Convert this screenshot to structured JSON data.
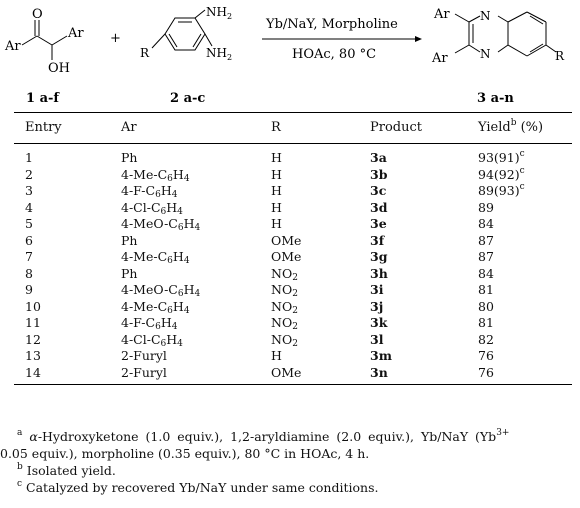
{
  "scheme": {
    "sm1_ar_left": "Ar",
    "sm1_ar_right": "Ar",
    "sm1_o": "O",
    "sm1_oh": "OH",
    "plus": "+",
    "sm2_nh2_top": "NH",
    "sm2_nh2_bottom": "NH",
    "sm2_sub": "2",
    "sm2_r": "R",
    "reagents": "Yb/NaY, Morpholine",
    "conditions": "HOAc, 80 °C",
    "prod_ar1": "Ar",
    "prod_ar2": "Ar",
    "prod_n1": "N",
    "prod_n2": "N",
    "prod_r": "R",
    "label1": "1 a-f",
    "label2": "2 a-c",
    "label3": "3 a-n"
  },
  "table": {
    "headers": {
      "entry": "Entry",
      "ar": "Ar",
      "r": "R",
      "product": "Product",
      "yield": "Yield",
      "yield_sup": "b",
      "yield_unit": " (%)"
    },
    "rows": [
      {
        "entry": "1",
        "ar": "Ph",
        "ar_sub": "",
        "ar_tail": "",
        "r": "H",
        "r_sub": "",
        "product": "3a",
        "yield": "93(91)",
        "yield_sup": "c"
      },
      {
        "entry": "2",
        "ar": "4-Me-C",
        "ar_sub": "6",
        "ar_mid": "H",
        "ar_sub2": "4",
        "r": "H",
        "r_sub": "",
        "product": "3b",
        "yield": "94(92)",
        "yield_sup": "c"
      },
      {
        "entry": "3",
        "ar": "4-F-C",
        "ar_sub": "6",
        "ar_mid": "H",
        "ar_sub2": "4",
        "r": "H",
        "r_sub": "",
        "product": "3c",
        "yield": "89(93)",
        "yield_sup": "c"
      },
      {
        "entry": "4",
        "ar": "4-Cl-C",
        "ar_sub": "6",
        "ar_mid": "H",
        "ar_sub2": "4",
        "r": "H",
        "r_sub": "",
        "product": "3d",
        "yield": "89",
        "yield_sup": ""
      },
      {
        "entry": "5",
        "ar": "4-MeO-C",
        "ar_sub": "6",
        "ar_mid": "H",
        "ar_sub2": "4",
        "r": "H",
        "r_sub": "",
        "product": "3e",
        "yield": "84",
        "yield_sup": ""
      },
      {
        "entry": "6",
        "ar": "Ph",
        "ar_sub": "",
        "ar_mid": "",
        "ar_sub2": "",
        "r": "OMe",
        "r_sub": "",
        "product": "3f",
        "yield": "87",
        "yield_sup": ""
      },
      {
        "entry": "7",
        "ar": "4-Me-C",
        "ar_sub": "6",
        "ar_mid": "H",
        "ar_sub2": "4",
        "r": "OMe",
        "r_sub": "",
        "product": "3g",
        "yield": "87",
        "yield_sup": ""
      },
      {
        "entry": "8",
        "ar": "Ph",
        "ar_sub": "",
        "ar_mid": "",
        "ar_sub2": "",
        "r": "NO",
        "r_sub": "2",
        "product": "3h",
        "yield": "84",
        "yield_sup": ""
      },
      {
        "entry": "9",
        "ar": "4-MeO-C",
        "ar_sub": "6",
        "ar_mid": "H",
        "ar_sub2": "4",
        "r": "NO",
        "r_sub": "2",
        "product": "3i",
        "yield": "81",
        "yield_sup": ""
      },
      {
        "entry": "10",
        "ar": "4-Me-C",
        "ar_sub": "6",
        "ar_mid": "H",
        "ar_sub2": "4",
        "r": "NO",
        "r_sub": "2",
        "product": "3j",
        "yield": "80",
        "yield_sup": ""
      },
      {
        "entry": "11",
        "ar": "4-F-C",
        "ar_sub": "6",
        "ar_mid": "H",
        "ar_sub2": "4",
        "r": "NO",
        "r_sub": "2",
        "product": "3k",
        "yield": "81",
        "yield_sup": ""
      },
      {
        "entry": "12",
        "ar": "4-Cl-C",
        "ar_sub": "6",
        "ar_mid": "H",
        "ar_sub2": "4",
        "r": "NO",
        "r_sub": "2",
        "product": "3l",
        "yield": "82",
        "yield_sup": ""
      },
      {
        "entry": "13",
        "ar": "2-Furyl",
        "ar_sub": "",
        "ar_mid": "",
        "ar_sub2": "",
        "r": "H",
        "r_sub": "",
        "product": "3m",
        "yield": "76",
        "yield_sup": ""
      },
      {
        "entry": "14",
        "ar": "2-Furyl",
        "ar_sub": "",
        "ar_mid": "",
        "ar_sub2": "",
        "r": "OMe",
        "r_sub": "",
        "product": "3n",
        "yield": "76",
        "yield_sup": ""
      }
    ]
  },
  "footnotes": {
    "a_mark": "a",
    "a_greek": "α",
    "a_text1": "-Hydroxyketone (1.0 equiv.), 1,2-aryldiamine (2.0 equiv.), Yb/NaY (Yb",
    "a_sup": "3+",
    "a_text2": "0.05 equiv.), morpholine (0.35 equiv.), 80 °C in HOAc, 4 h.",
    "b_mark": "b",
    "b_text": "Isolated yield.",
    "c_mark": "c",
    "c_text": "Catalyzed by recovered Yb/NaY under same conditions."
  }
}
